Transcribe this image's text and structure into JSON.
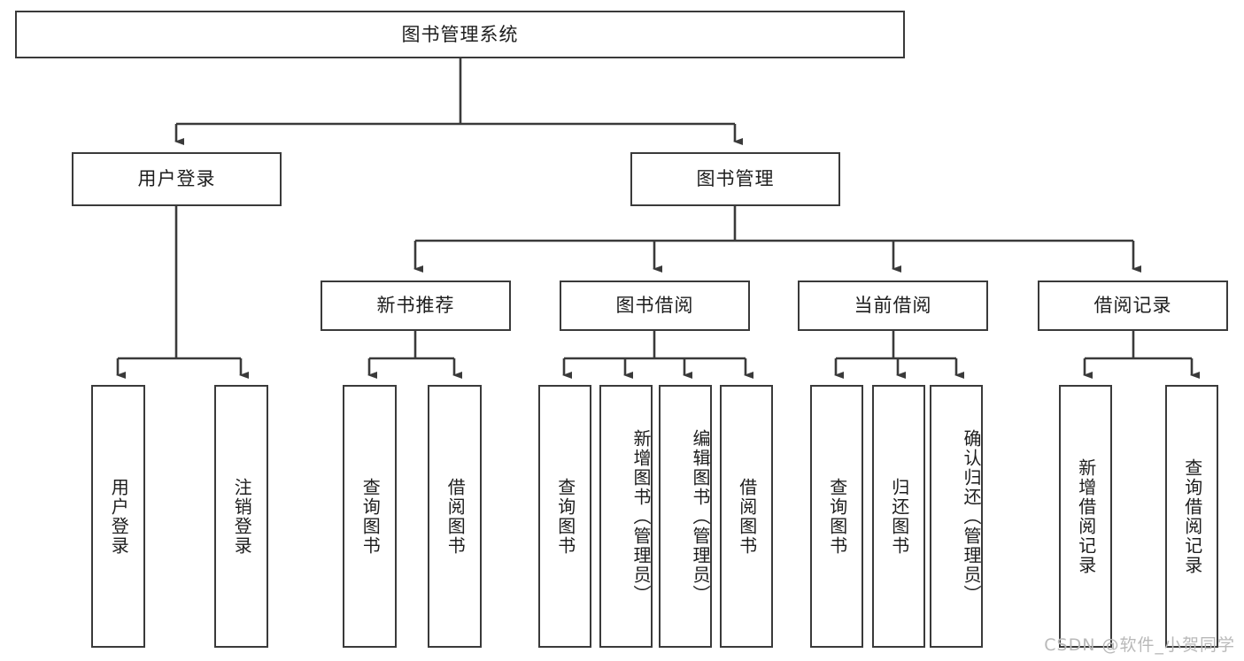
{
  "diagram": {
    "type": "tree-hierarchy-chart",
    "title_node": "图书管理系统",
    "watermark": "CSDN @软件_小贺同学",
    "colors": {
      "border": "#3a3a3a",
      "background": "#ffffff",
      "text": "#1d1d1d",
      "watermark": "#b9b9b9"
    },
    "nodes": {
      "root": {
        "label": "图书管理系统",
        "level": 1
      },
      "l2": [
        {
          "id": "user-login",
          "label": "用户登录",
          "level": 2
        },
        {
          "id": "book-manage",
          "label": "图书管理",
          "level": 2
        }
      ],
      "l3": [
        {
          "id": "new-book-rec",
          "label": "新书推荐",
          "level": 3
        },
        {
          "id": "book-borrow",
          "label": "图书借阅",
          "level": 3
        },
        {
          "id": "current-borrow",
          "label": "当前借阅",
          "level": 3
        },
        {
          "id": "borrow-record",
          "label": "借阅记录",
          "level": 3
        }
      ],
      "leaves": [
        {
          "id": "leaf-user-login",
          "label": "用户登录",
          "parent": "user-login"
        },
        {
          "id": "leaf-logout",
          "label": "注销登录",
          "parent": "user-login"
        },
        {
          "id": "leaf-query-book-1",
          "label": "查询图书",
          "parent": "new-book-rec"
        },
        {
          "id": "leaf-borrow-book-1",
          "label": "借阅图书",
          "parent": "new-book-rec"
        },
        {
          "id": "leaf-query-book-2",
          "label": "查询图书",
          "parent": "book-borrow"
        },
        {
          "id": "leaf-add-book",
          "label": "新增图书（管理员）",
          "parent": "book-borrow"
        },
        {
          "id": "leaf-edit-book",
          "label": "编辑图书（管理员）",
          "parent": "book-borrow"
        },
        {
          "id": "leaf-borrow-book-2",
          "label": "借阅图书",
          "parent": "book-borrow"
        },
        {
          "id": "leaf-query-book-3",
          "label": "查询图书",
          "parent": "current-borrow"
        },
        {
          "id": "leaf-return-book",
          "label": "归还图书",
          "parent": "current-borrow"
        },
        {
          "id": "leaf-confirm-return",
          "label": "确认归还（管理员）",
          "parent": "current-borrow"
        },
        {
          "id": "leaf-add-record",
          "label": "新增借阅记录",
          "parent": "borrow-record"
        },
        {
          "id": "leaf-query-record",
          "label": "查询借阅记录",
          "parent": "borrow-record"
        }
      ]
    }
  }
}
